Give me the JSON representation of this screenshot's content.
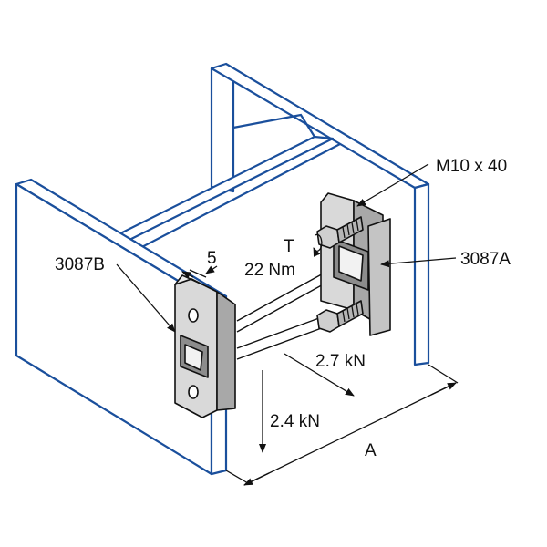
{
  "labels": {
    "bolt": "M10 x 40",
    "torque_symbol": "T",
    "torque_value": "22 Nm",
    "gap": "5",
    "clamp_left": "3087B",
    "clamp_right": "3087A",
    "force_horizontal": "2.7 kN",
    "force_vertical": "2.4 kN",
    "dimension": "A"
  },
  "colors": {
    "beam_outline": "#1a4f9c",
    "part_fill": "#d9d9d9",
    "part_dark": "#a8a8a8",
    "ink": "#111111"
  }
}
